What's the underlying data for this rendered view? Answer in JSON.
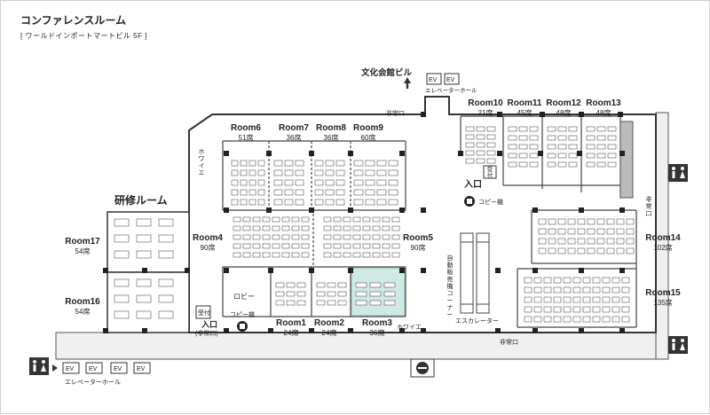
{
  "header": {
    "title": "コンファレンスルーム",
    "subtitle": "[ ワールドインポートマートビル 5F ]"
  },
  "labels": {
    "ev": "EV",
    "ev_hall": "エレベーターホール",
    "building": "文化会館ビル",
    "training_room": "研修ルーム",
    "lobby": "ロビー",
    "foyer": "ホワイエ",
    "emergency_exit": "非常口",
    "reception": "受付",
    "entrance": "入口",
    "entrance_emergency": "(非常口)",
    "copy_machine": "コピー機",
    "escalator": "エスカレーター",
    "vending": "自動販売機コーナー"
  },
  "rooms": [
    {
      "name": "Room6",
      "seats": "51席"
    },
    {
      "name": "Room7",
      "seats": "36席"
    },
    {
      "name": "Room8",
      "seats": "36席"
    },
    {
      "name": "Room9",
      "seats": "60席"
    },
    {
      "name": "Room4",
      "seats": "90席"
    },
    {
      "name": "Room5",
      "seats": "90席"
    },
    {
      "name": "Room1",
      "seats": "24席"
    },
    {
      "name": "Room2",
      "seats": "24席"
    },
    {
      "name": "Room3",
      "seats": "36席"
    },
    {
      "name": "Room17",
      "seats": "54席"
    },
    {
      "name": "Room16",
      "seats": "54席"
    },
    {
      "name": "Room10",
      "seats": "21席"
    },
    {
      "name": "Room11",
      "seats": "45席"
    },
    {
      "name": "Room12",
      "seats": "48席"
    },
    {
      "name": "Room13",
      "seats": "48席"
    },
    {
      "name": "Room14",
      "seats": "102席"
    },
    {
      "name": "Room15",
      "seats": "135席"
    }
  ],
  "colors": {
    "room3_highlight": "#cfe9e6",
    "walls": "#333333"
  }
}
